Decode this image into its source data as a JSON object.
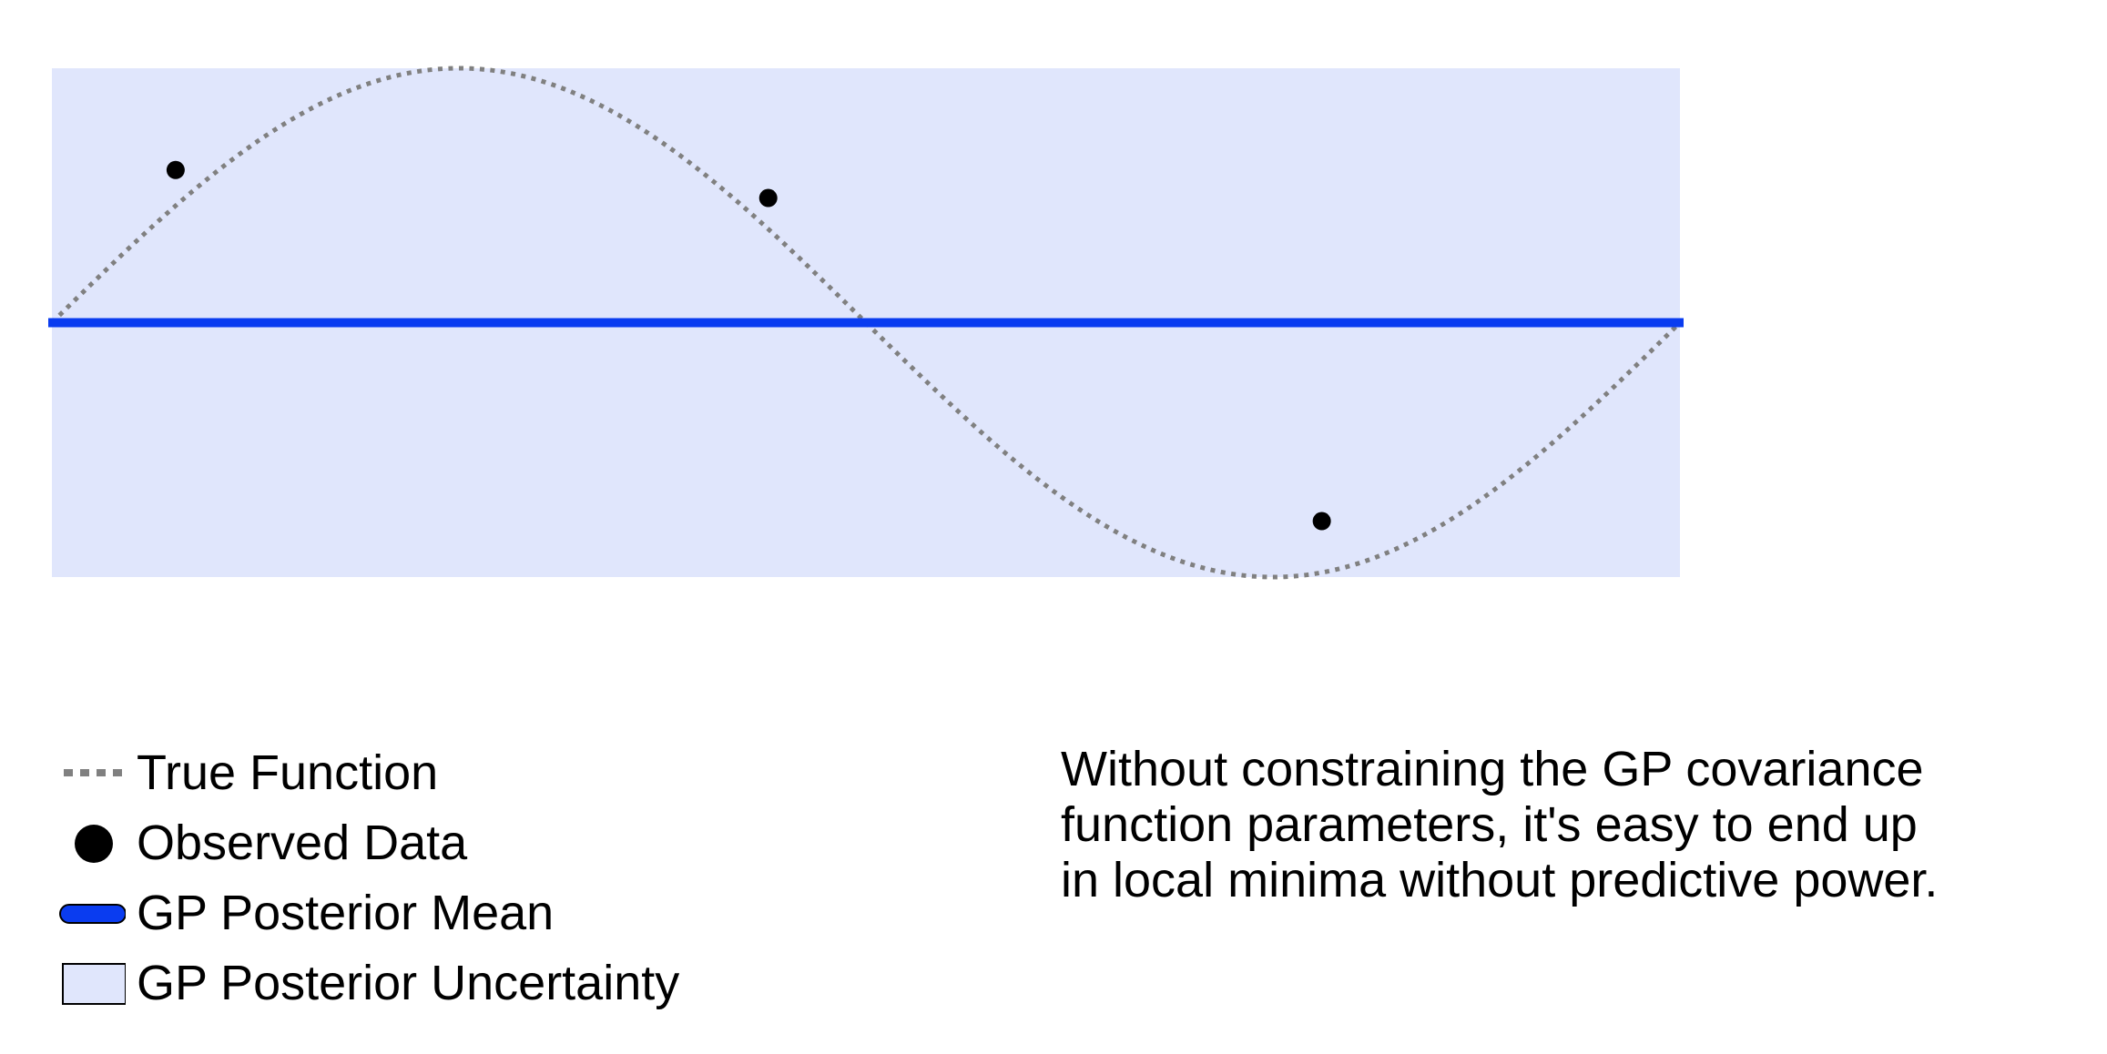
{
  "chart_data": {
    "type": "line",
    "title": "",
    "xlabel": "",
    "ylabel": "",
    "xlim": [
      0,
      1
    ],
    "ylim": [
      -1,
      1
    ],
    "grid": false,
    "legend_placement": "bottom-left",
    "series": [
      {
        "name": "True Function",
        "kind": "dotted-line",
        "color": "#808080",
        "function": "sin(2*pi*x)"
      },
      {
        "name": "Observed Data",
        "kind": "points",
        "color": "#000000",
        "x": [
          0.076,
          0.44,
          0.78
        ],
        "y": [
          0.6,
          0.49,
          -0.78
        ]
      },
      {
        "name": "GP Posterior Mean",
        "kind": "line",
        "color": "#0a3cf0",
        "x": [
          0,
          1
        ],
        "y": [
          0,
          0
        ]
      },
      {
        "name": "GP Posterior Uncertainty",
        "kind": "band",
        "color": "#e0e6fc",
        "x": [
          0,
          1
        ],
        "lower": [
          -1,
          -1
        ],
        "upper": [
          1,
          1
        ]
      }
    ]
  },
  "legend": {
    "true_function": "True Function",
    "observed_data": "Observed Data",
    "posterior_mean": "GP Posterior Mean",
    "posterior_uncertainty": "GP Posterior Uncertainty"
  },
  "caption": {
    "line1": "Without constraining the GP covariance",
    "line2": "function parameters, it's easy to end up",
    "line3": "in local minima without predictive power."
  }
}
